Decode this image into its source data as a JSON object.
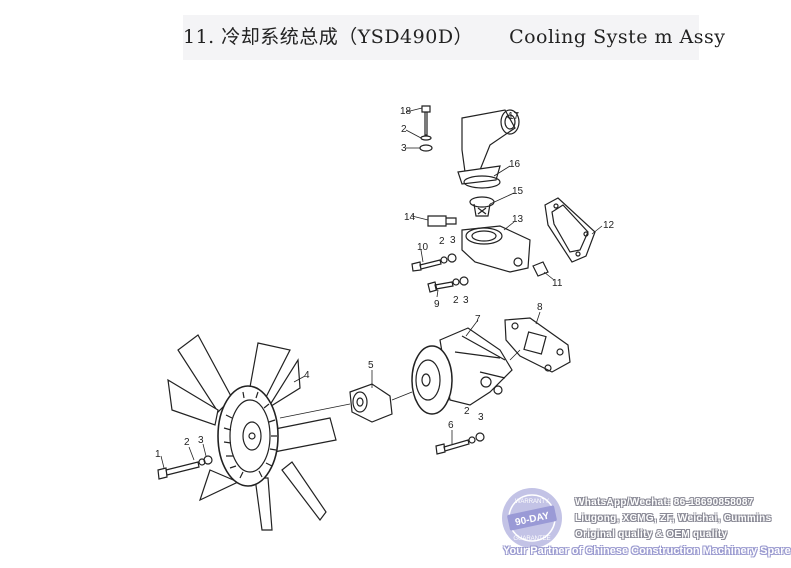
{
  "title": {
    "cn": "11. 冷却系统总成（YSD490D）",
    "en": "Cooling Syste m Assy"
  },
  "callouts": [
    "1",
    "2",
    "3",
    "4",
    "5",
    "6",
    "7",
    "8",
    "9",
    "10",
    "11",
    "12",
    "13",
    "14",
    "15",
    "16",
    "17",
    "18"
  ],
  "watermark": {
    "badge_text": "90-DAY",
    "badge_top": "WARRANTY",
    "badge_bottom": "GUARANTEE",
    "lines": [
      "WhatsApp/Wechat: 86-18690858087",
      "Liugong, XCMG, ZF, Weichai, Cummins",
      "Original quality & OEM quality"
    ],
    "footer": "Your Partner of Chinese Construction Machinery Spare Parts"
  }
}
